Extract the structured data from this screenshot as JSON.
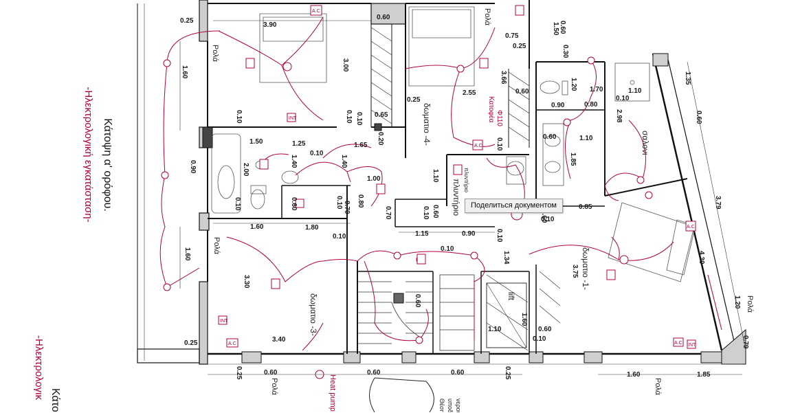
{
  "plan": {
    "title_main": "Κάτοψη α' ορόφου.",
    "title_sub": "-Ηλεκτρολογική εγκατάσταση-",
    "title_main_cut": "Κάτο",
    "title_sub_cut": "-Ηλεκτρολογικ",
    "rooms": {
      "bedroom_3": "δωματιο -3-",
      "bedroom_4": "δωματιο -4-",
      "bedroom_1": "δωματιο -1-",
      "lounge": "σαλονι",
      "laundry": "πλυντήριο",
      "lift": "lift",
      "wardrobe": "Κατοφέα",
      "wardrobe_diam": "Φ110",
      "laundry_note": "πλυντήριο"
    },
    "labels": {
      "rolla": "Ρολά",
      "heat_pump": "Heat pump",
      "ac": "A.C",
      "int": "INT",
      "thermo": "Θέση",
      "thermo2": "υποδ.",
      "thermo3": "νερού"
    },
    "dimensions": [
      "0.25",
      "3.90",
      "0.60",
      "1.50",
      "0.60",
      "0.30",
      "0.75",
      "0.25",
      "1.60",
      "3.00",
      "2.55",
      "3.66",
      "0.25",
      "0.10",
      "0.10",
      "0.65",
      "1.65",
      "0.20",
      "1.25",
      "0.10",
      "1.40",
      "1.40",
      "1.50",
      "0.90",
      "2.00",
      "0.10",
      "0.60",
      "0.10",
      "0.70",
      "0.80",
      "1.00",
      "1.10",
      "0.70",
      "0.60",
      "0.10",
      "1.60",
      "1.80",
      "0.10",
      "1.15",
      "0.10",
      "0.90",
      "0.10",
      "1.60",
      "3.30",
      "3.40",
      "0.25",
      "0.25",
      "0.60",
      "0.60",
      "0.60",
      "0.25",
      "0.60",
      "0.60",
      "1.10",
      "1.60",
      "0.10",
      "0.60",
      "1.34",
      "3.75",
      "0.60",
      "1.20",
      "1.70",
      "0.10",
      "1.10",
      "0.90",
      "0.80",
      "2.98",
      "0.60",
      "1.10",
      "1.85",
      "0.85",
      "0.10",
      "1.35",
      "0.60",
      "3.79",
      "4.30",
      "1.20",
      "0.79",
      "1.60",
      "1.85",
      "0.10",
      "0.10"
    ]
  },
  "tooltip": {
    "text": "Поделиться документом"
  }
}
